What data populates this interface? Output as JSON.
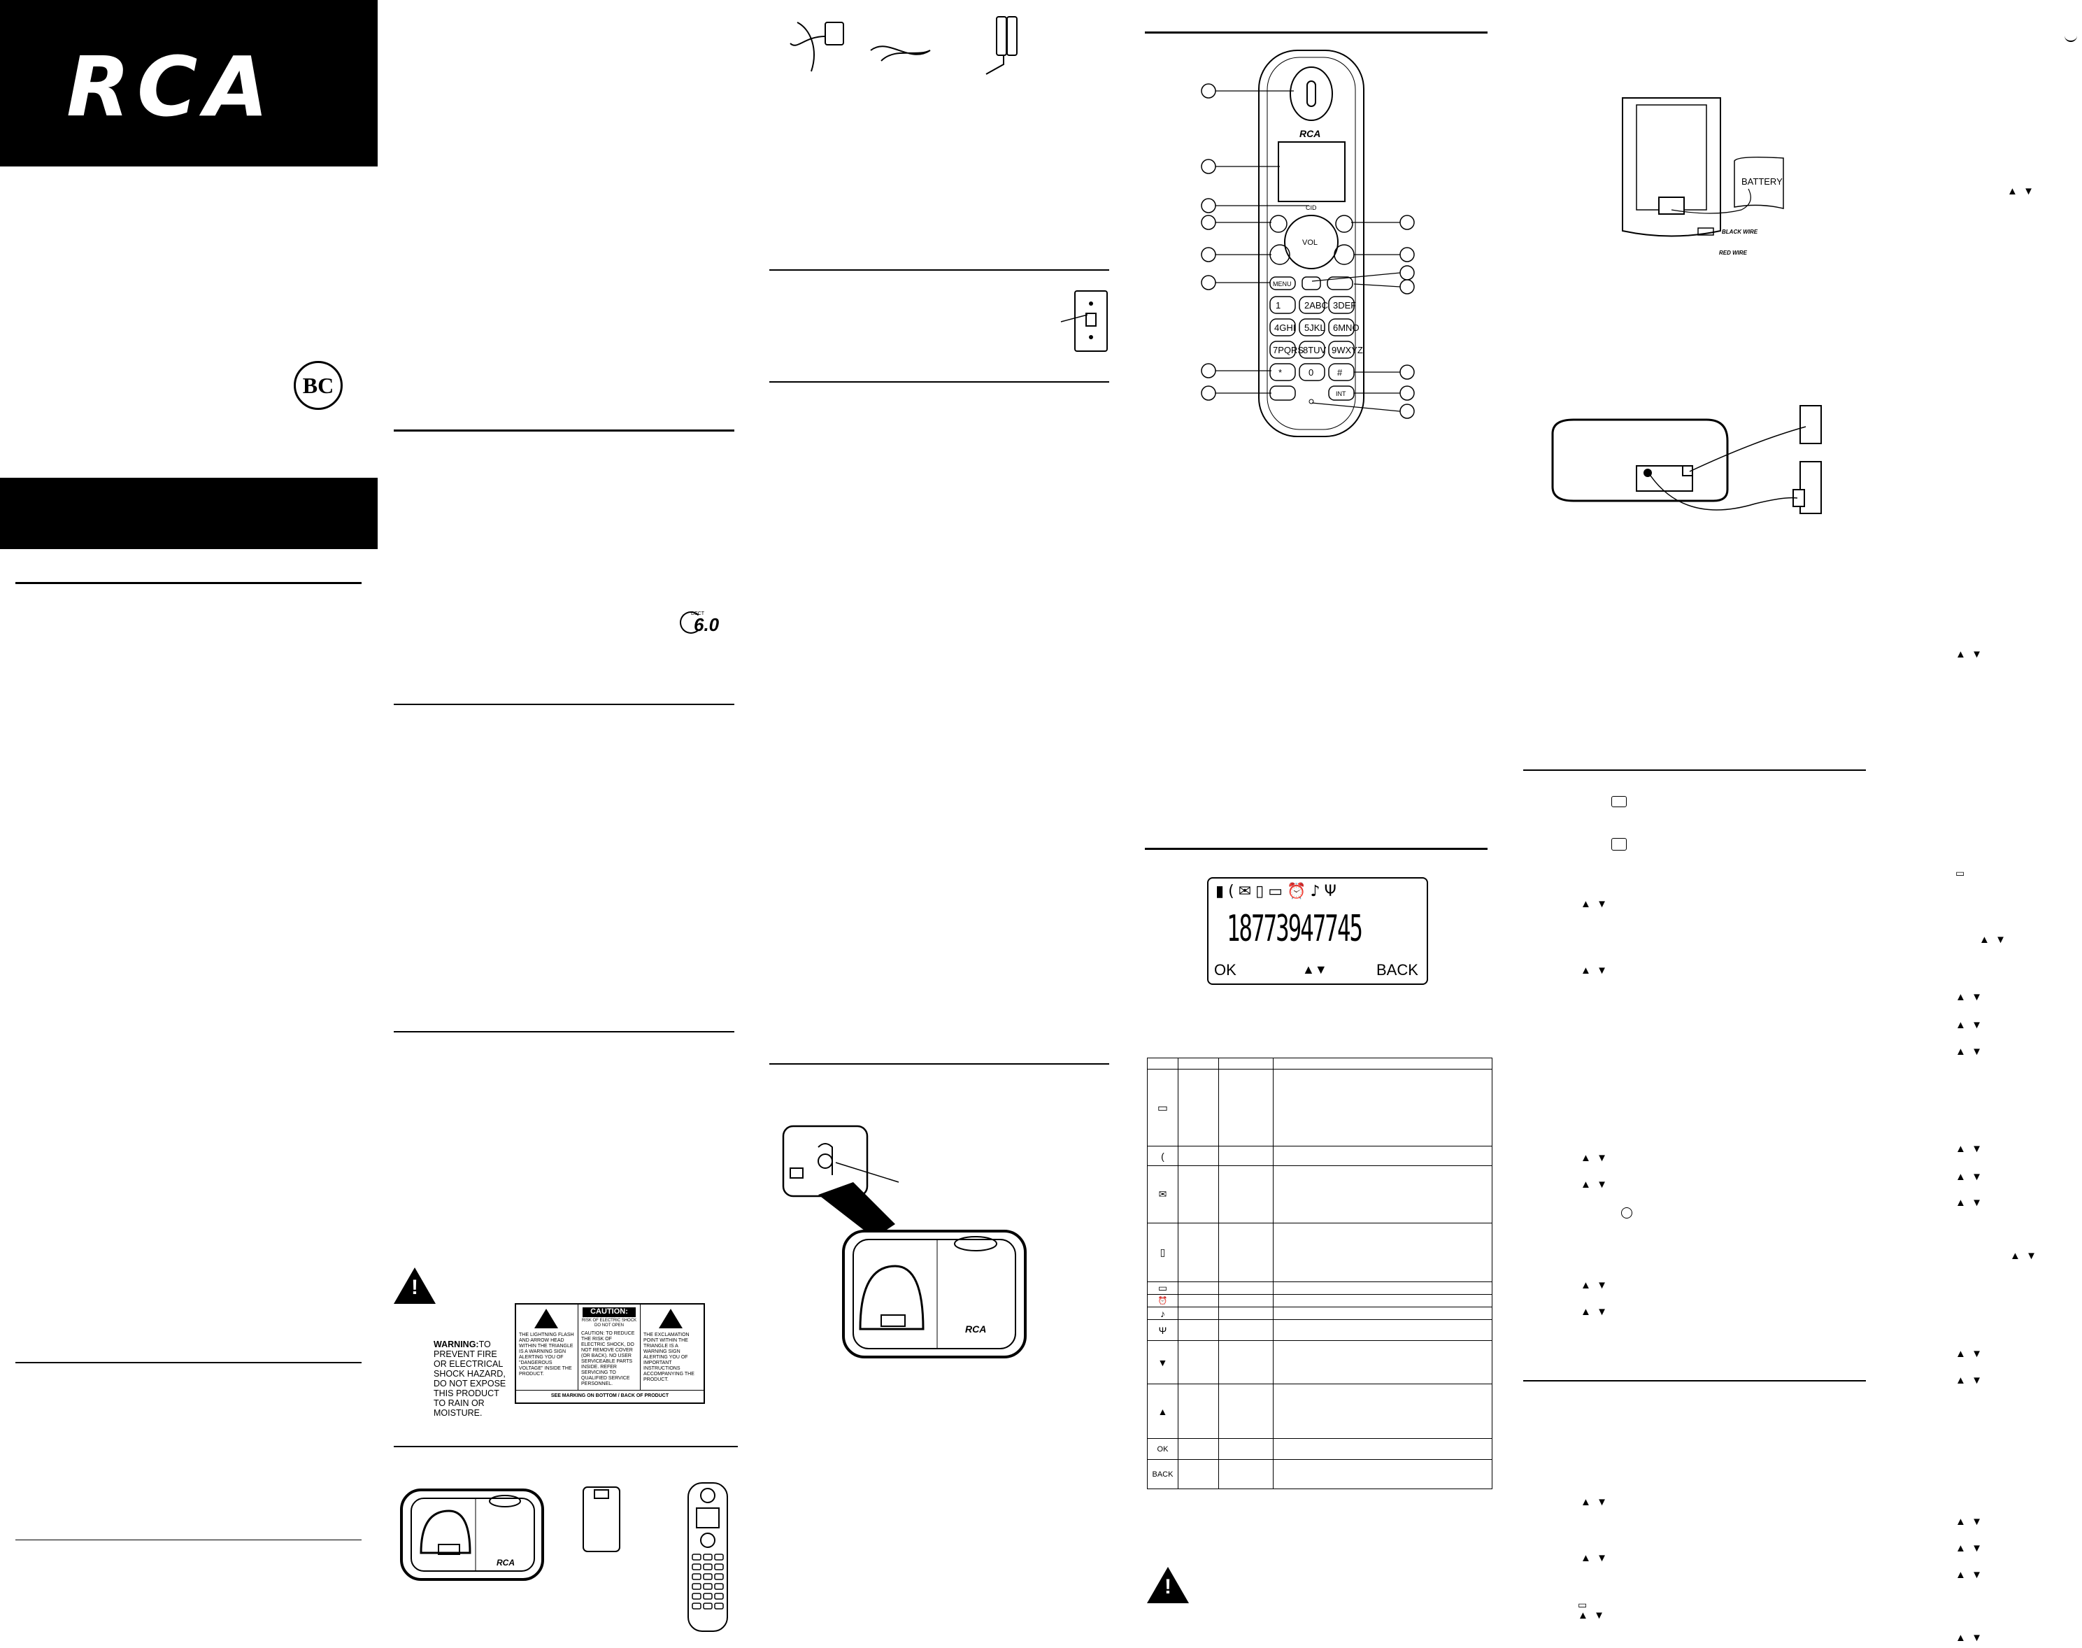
{
  "brand": {
    "logo_text": "RCA",
    "certification_logo": "BC"
  },
  "dect_badge": {
    "number": "6.0",
    "caption": "DECT"
  },
  "warning_block": {
    "warning_bold": "WARNING:",
    "warning_text": "TO PREVENT FIRE OR ELECTRICAL SHOCK HAZARD, DO NOT EXPOSE THIS PRODUCT TO RAIN OR MOISTURE.",
    "caution_title": "CAUTION:",
    "caution_sub": "RISK OF ELECTRIC SHOCK DO NOT OPEN",
    "col1": "THE LIGHTNING FLASH AND ARROW HEAD WITHIN THE TRIANGLE IS A WARNING SIGN ALERTING YOU OF \"DANGEROUS VOLTAGE\" INSIDE THE PRODUCT.",
    "col2": "CAUTION: TO REDUCE THE RISK OF ELECTRIC SHOCK, DO NOT REMOVE COVER (OR BACK). NO USER SERVICEABLE PARTS INSIDE. REFER SERVICING TO QUALIFIED SERVICE PERSONNEL.",
    "col3": "THE EXCLAMATION POINT WITHIN THE TRIANGLE IS A WARNING SIGN ALERTING YOU OF IMPORTANT INSTRUCTIONS ACCOMPANYING THE PRODUCT.",
    "footer": "SEE MARKING ON BOTTOM / BACK OF PRODUCT"
  },
  "handset_diagram": {
    "brand": "RCA",
    "vol_label": "VOL",
    "cid_label": "CID",
    "menu_label": "MENU",
    "int_label": "INT",
    "keys": [
      "1",
      "2ABC",
      "3DEF",
      "4GHI",
      "5JKL",
      "6MNO",
      "7PQRS",
      "8TUV",
      "9WXYZ",
      "*",
      "0",
      "#"
    ]
  },
  "base_labels": {
    "base_brand": "RCA"
  },
  "battery_diagram": {
    "label": "BATTERY",
    "black_wire": "BLACK WIRE",
    "red_wire": "RED WIRE"
  },
  "lcd": {
    "digits": "18773947745",
    "left_key": "OK",
    "mid_key": "▲▼",
    "right_key": "BACK"
  },
  "icon_table": {
    "rows": [
      {
        "icon": "battery-icon",
        "glyph": "▭"
      },
      {
        "icon": "phone-icon",
        "glyph": "("
      },
      {
        "icon": "envelope-icon",
        "glyph": "✉"
      },
      {
        "icon": "handset-icon",
        "glyph": "▯"
      },
      {
        "icon": "book-icon",
        "glyph": "▭"
      },
      {
        "icon": "alarm-icon",
        "glyph": "⏰"
      },
      {
        "icon": "ringer-off-icon",
        "glyph": "♪"
      },
      {
        "icon": "antenna-icon",
        "glyph": "Ψ"
      },
      {
        "icon": "down-arrow-icon",
        "glyph": "▼"
      },
      {
        "icon": "up-arrow-icon",
        "glyph": "▲"
      },
      {
        "icon": "ok-label",
        "glyph": "OK"
      },
      {
        "icon": "back-label",
        "glyph": "BACK"
      }
    ]
  }
}
